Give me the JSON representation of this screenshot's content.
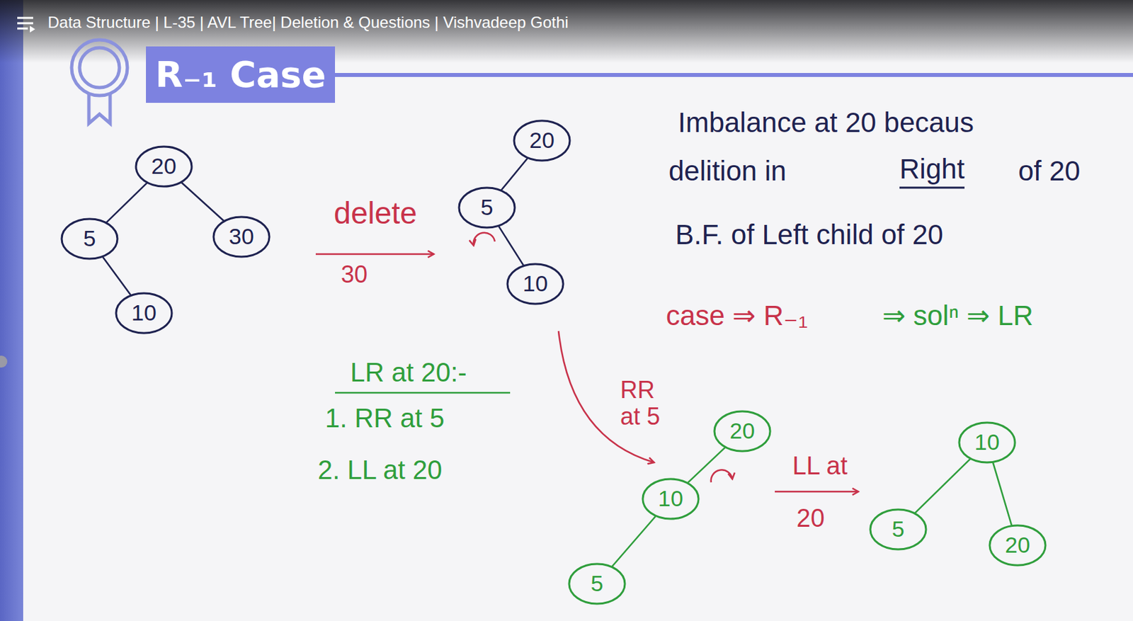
{
  "diagram": {
    "title": "R₋₁ Case",
    "nodes": [
      {
        "text": [
          "20"
        ]
      },
      {
        "text": [
          "5"
        ]
      },
      {
        "text": [
          "30"
        ]
      },
      {
        "text": [
          "10"
        ]
      },
      {
        "text": [
          "20"
        ]
      },
      {
        "text": [
          "5"
        ]
      },
      {
        "text": [
          "10"
        ]
      },
      {
        "text": [
          "20"
        ]
      },
      {
        "text": [
          "10"
        ]
      },
      {
        "text": [
          "5"
        ]
      },
      {
        "text": [
          "10"
        ]
      },
      {
        "text": [
          "5"
        ]
      },
      {
        "text": [
          "20"
        ]
      }
    ],
    "edges": [
      {
        "from": 0,
        "to": 1,
        "arrow": "none"
      },
      {
        "from": 0,
        "to": 2,
        "arrow": "none"
      },
      {
        "from": 1,
        "to": 3,
        "arrow": "none"
      },
      {
        "from": 4,
        "to": 5,
        "arrow": "none"
      },
      {
        "from": 5,
        "to": 6,
        "arrow": "none"
      },
      {
        "from": 7,
        "to": 8,
        "arrow": "none"
      },
      {
        "from": 8,
        "to": 9,
        "arrow": "none"
      },
      {
        "from": 10,
        "to": 11,
        "arrow": "none"
      },
      {
        "from": 10,
        "to": 12,
        "arrow": "none"
      }
    ],
    "labels": [
      "Data Structure | L-35 | AVL Tree| Deletion & Questions | Vishvadeep Gothi",
      "delete",
      "30",
      "LR at 20:-",
      "1. RR at 5",
      "2. LL at 20",
      "RR at 5",
      "LL at",
      "20",
      "Imbalance at 20 becaus",
      "delition in",
      "Right",
      "of 20",
      "B.F. of Left child of 20",
      "case ⇒ R₋₁",
      "⇒ solⁿ ⇒ LR"
    ]
  }
}
